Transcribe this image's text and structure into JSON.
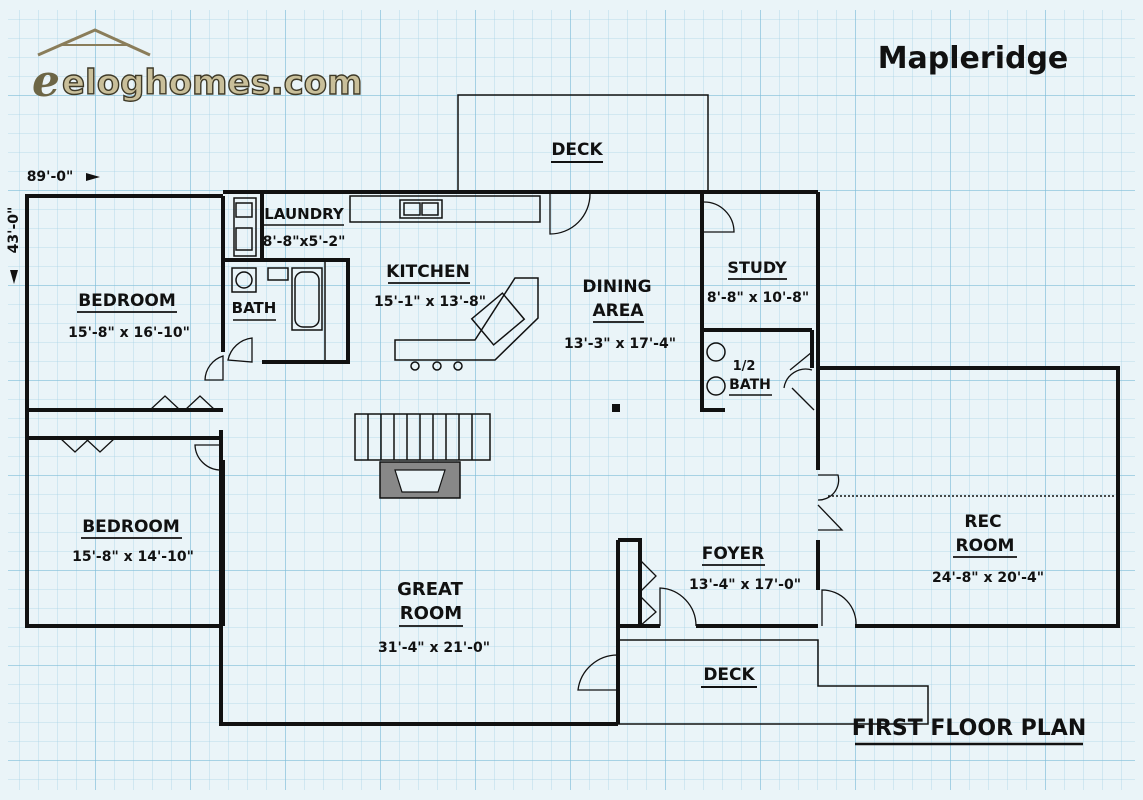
{
  "brand": {
    "logo_text": "eloghomes.com"
  },
  "plan_title": "Mapleridge",
  "plan_subtitle": "FIRST FLOOR PLAN",
  "overall_width": "89'-0\"",
  "overall_depth": "43'-0\"",
  "rooms": {
    "deck_top": {
      "name": "DECK"
    },
    "laundry": {
      "name": "LAUNDRY",
      "size": "8'-8\"x5'-2\""
    },
    "kitchen": {
      "name": "KITCHEN",
      "size": "15'-1\" x 13'-8\""
    },
    "dining": {
      "name1": "DINING",
      "name2": "AREA",
      "size": "13'-3\" x 17'-4\""
    },
    "study": {
      "name": "STUDY",
      "size": "8'-8\" x 10'-8\""
    },
    "bedroom1": {
      "name": "BEDROOM",
      "size": "15'-8\" x 16'-10\""
    },
    "bath": {
      "name": "BATH"
    },
    "half_bath": {
      "name1": "1/2",
      "name2": "BATH"
    },
    "bedroom2": {
      "name": "BEDROOM",
      "size": "15'-8\" x 14'-10\""
    },
    "great_room": {
      "name1": "GREAT",
      "name2": "ROOM",
      "size": "31'-4\" x 21'-0\""
    },
    "foyer": {
      "name": "FOYER",
      "size": "13'-4\" x 17'-0\""
    },
    "rec_room": {
      "name1": "REC",
      "name2": "ROOM",
      "size": "24'-8\" x 20'-4\""
    },
    "deck_bottom": {
      "name": "DECK"
    }
  }
}
